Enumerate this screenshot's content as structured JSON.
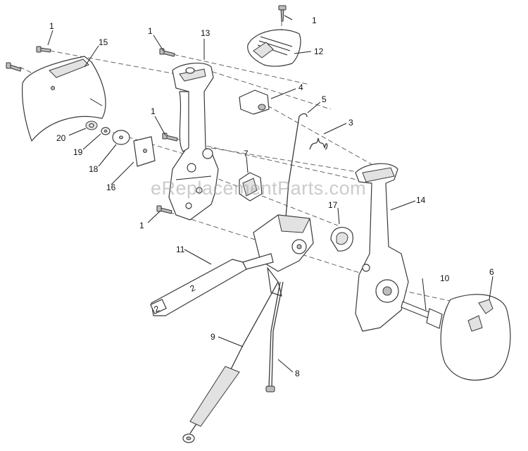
{
  "watermark": "eReplacementParts.com",
  "callouts": [
    {
      "id": "c1a",
      "text": "1"
    },
    {
      "id": "c1b",
      "text": "1"
    },
    {
      "id": "c1c",
      "text": "1"
    },
    {
      "id": "c1d",
      "text": "1"
    },
    {
      "id": "c1e",
      "text": "1"
    },
    {
      "id": "c3",
      "text": "3"
    },
    {
      "id": "c4",
      "text": "4"
    },
    {
      "id": "c5",
      "text": "5"
    },
    {
      "id": "c6",
      "text": "6"
    },
    {
      "id": "c7",
      "text": "7"
    },
    {
      "id": "c8",
      "text": "8"
    },
    {
      "id": "c9",
      "text": "9"
    },
    {
      "id": "c10",
      "text": "10"
    },
    {
      "id": "c11",
      "text": "11"
    },
    {
      "id": "c12",
      "text": "12"
    },
    {
      "id": "c13",
      "text": "13"
    },
    {
      "id": "c14",
      "text": "14"
    },
    {
      "id": "c15",
      "text": "15"
    },
    {
      "id": "c16",
      "text": "16"
    },
    {
      "id": "c17",
      "text": "17"
    },
    {
      "id": "c18",
      "text": "18"
    },
    {
      "id": "c19",
      "text": "19"
    },
    {
      "id": "c20",
      "text": "20"
    }
  ]
}
